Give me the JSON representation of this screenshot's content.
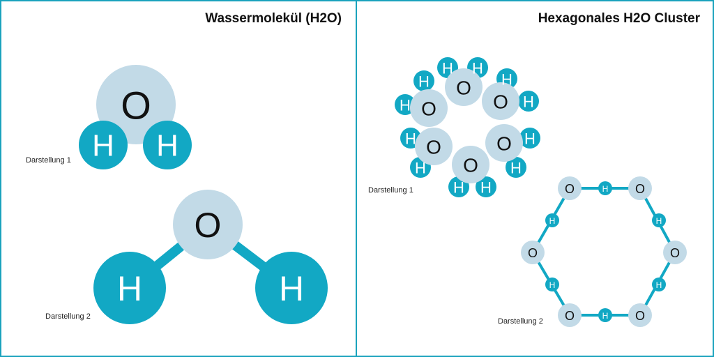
{
  "colors": {
    "border": "#1aa3bd",
    "oxygen": "#c2dae7",
    "hydrogen": "#12a8c4",
    "bond": "#12a8c4"
  },
  "atoms": {
    "O": "O",
    "H": "H"
  },
  "left_panel": {
    "title": "Wassermolekül (H2O)",
    "caption_1": "Darstellung 1",
    "caption_2": "Darstellung 2"
  },
  "right_panel": {
    "title": "Hexagonales H2O Cluster",
    "caption_1": "Darstellung 1",
    "caption_2": "Darstellung 2"
  }
}
